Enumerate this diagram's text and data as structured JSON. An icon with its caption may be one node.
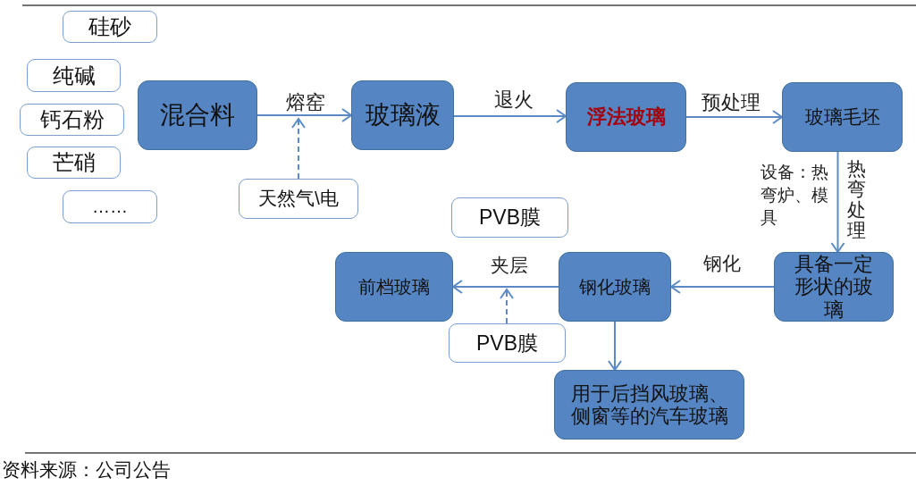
{
  "diagram": {
    "nodes": [
      {
        "text": [
          "硅砂"
        ]
      },
      {
        "text": [
          "纯碱"
        ]
      },
      {
        "text": [
          "钙石粉"
        ]
      },
      {
        "text": [
          "芒硝"
        ]
      },
      {
        "text": [
          "……"
        ]
      },
      {
        "text": [
          "混合料"
        ]
      },
      {
        "text": [
          "玻璃液"
        ]
      },
      {
        "text": [
          "浮法玻璃"
        ]
      },
      {
        "text": [
          "玻璃毛坯"
        ]
      },
      {
        "text": [
          "天然气\\电"
        ]
      },
      {
        "text": [
          "PVB膜"
        ]
      },
      {
        "text": [
          "前档玻璃"
        ]
      },
      {
        "text": [
          "钢化玻璃"
        ]
      },
      {
        "text": [
          "具备一定形状的玻璃"
        ]
      },
      {
        "text": [
          "PVB膜"
        ]
      },
      {
        "text": [
          "用于后挡风玻璃、侧窗等的汽车玻璃"
        ]
      }
    ],
    "edges": [
      {
        "from": 5,
        "to": 6,
        "arrow": "to",
        "label": "熔窑"
      },
      {
        "from": 9,
        "to": null,
        "arrow": "to",
        "style": "dashed"
      },
      {
        "from": 6,
        "to": 7,
        "arrow": "to",
        "label": "退火"
      },
      {
        "from": 7,
        "to": 8,
        "arrow": "to",
        "label": "预处理"
      },
      {
        "from": 8,
        "to": 13,
        "arrow": "to",
        "label": "热弯处理"
      },
      {
        "from": 13,
        "to": 12,
        "arrow": "to",
        "label": "钢化"
      },
      {
        "from": 12,
        "to": 11,
        "arrow": "to",
        "label": "夹层"
      },
      {
        "from": 14,
        "to": null,
        "arrow": "to",
        "style": "dashed"
      },
      {
        "from": 12,
        "to": 15,
        "arrow": "to"
      }
    ],
    "labels": [
      "设备：热弯炉、模具"
    ],
    "caption": "资料来源：公司公告"
  }
}
